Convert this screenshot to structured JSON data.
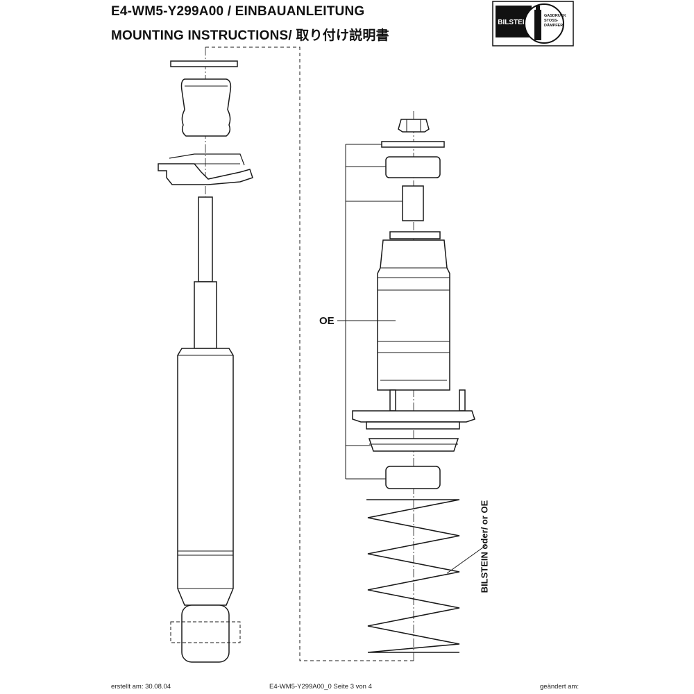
{
  "header": {
    "title_line_1": "E4-WM5-Y299A00 / EINBAUANLEITUNG",
    "title_line_2": "MOUNTING INSTRUCTIONS/ 取り付け説明書"
  },
  "logo": {
    "brand": "BILSTEIN",
    "tagline_1": "GASDRUCK",
    "tagline_2": "STOSS-",
    "tagline_3": "DÄMPFER"
  },
  "labels": {
    "oe": "OE",
    "spring": "BILSTEIN oder/ or OE"
  },
  "footer": {
    "created": "erstellt am: 30.08.04",
    "document": "E4-WM5-Y299A00_0 Seite 3 von 4",
    "changed": "geändert am:"
  },
  "colors": {
    "line": "#1a1a1a",
    "background": "#ffffff"
  }
}
